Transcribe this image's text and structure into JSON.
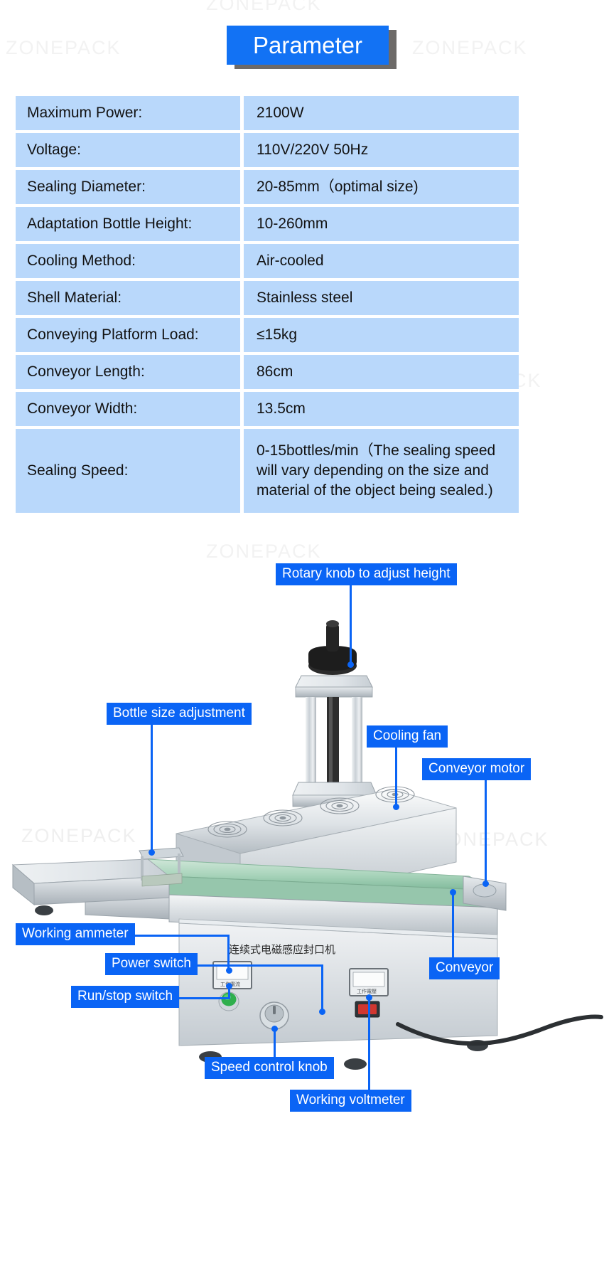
{
  "watermark": {
    "text": "ZONEPACK"
  },
  "header": {
    "title": "Parameter"
  },
  "spec_table": {
    "rows": [
      {
        "key": "Maximum Power:",
        "value": "2100W"
      },
      {
        "key": "Voltage:",
        "value": "110V/220V 50Hz"
      },
      {
        "key": "Sealing Diameter:",
        "value": "20-85mm（optimal size)"
      },
      {
        "key": "Adaptation Bottle Height:",
        "value": "10-260mm"
      },
      {
        "key": "Cooling Method:",
        "value": "Air-cooled"
      },
      {
        "key": "Shell Material:",
        "value": "Stainless steel"
      },
      {
        "key": "Conveying Platform Load:",
        "value": "≤15kg"
      },
      {
        "key": "Conveyor Length:",
        "value": "86cm"
      },
      {
        "key": "Conveyor Width:",
        "value": "13.5cm"
      },
      {
        "key": "Sealing Speed:",
        "value": "0-15bottles/min（The sealing speed will vary depending on the size and material of the object being sealed.)"
      }
    ]
  },
  "photo": {
    "panel_text": "连续式电磁感应封口机",
    "callouts": [
      {
        "id": "rotary-knob",
        "label": "Rotary knob to adjust height"
      },
      {
        "id": "bottle-size",
        "label": "Bottle size adjustment"
      },
      {
        "id": "cooling-fan",
        "label": "Cooling fan"
      },
      {
        "id": "conveyor-motor",
        "label": "Conveyor motor"
      },
      {
        "id": "conveyor",
        "label": "Conveyor"
      },
      {
        "id": "ammeter",
        "label": "Working ammeter"
      },
      {
        "id": "power-switch",
        "label": "Power switch"
      },
      {
        "id": "run-stop",
        "label": "Run/stop switch"
      },
      {
        "id": "speed-knob",
        "label": "Speed control knob"
      },
      {
        "id": "voltmeter",
        "label": "Working voltmeter"
      }
    ]
  },
  "colors": {
    "accent": "#0a64f5",
    "badge": "#1272f4",
    "cell": "#b9d8fb",
    "shadow": "#6d6a68"
  }
}
